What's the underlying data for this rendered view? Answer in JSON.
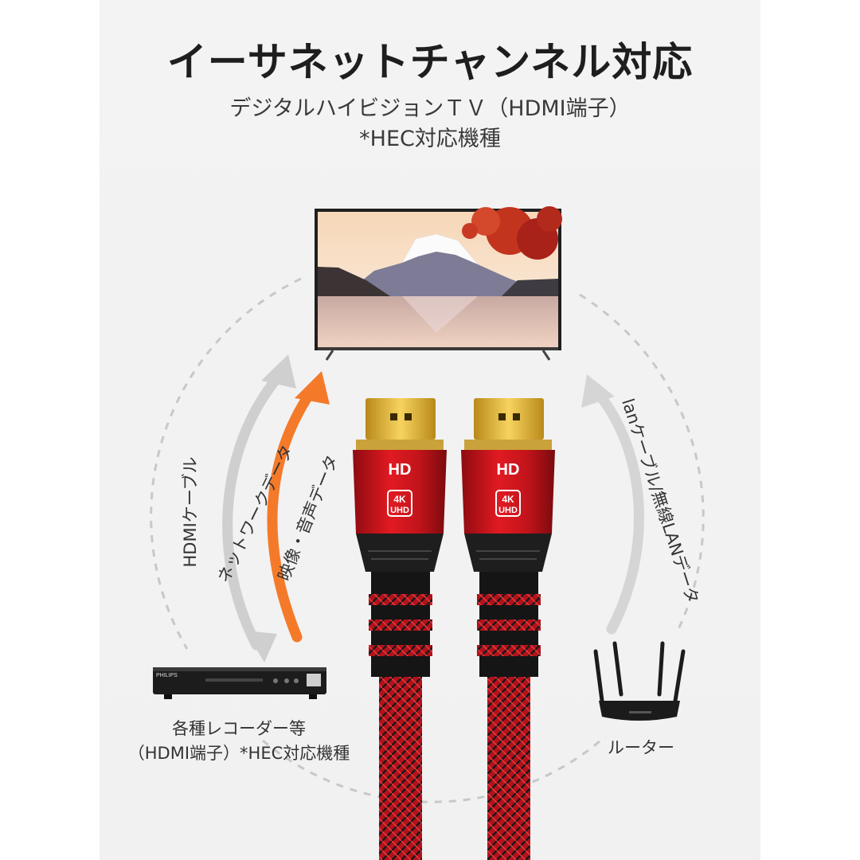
{
  "title": "イーサネットチャンネル対応",
  "subtitle": {
    "line1": "デジタルハイビジョンＴＶ（HDMI端子）",
    "line2": "*HEC対応機種"
  },
  "labels": {
    "hdmi_cable": "HDMIケーブル",
    "network_data": "ネットワークデータ",
    "av_data": "映像・音声データ",
    "lan_data": "lanケーブル/無線LANデータ"
  },
  "devices": {
    "recorder_line1": "各種レコーダー等",
    "recorder_line2": "（HDMI端子）*HEC対応機種",
    "router": "ルーター",
    "recorder_brand": "PHILIPS"
  },
  "connector": {
    "logo": "HD",
    "badge_top": "4K",
    "badge_bottom": "UHD"
  },
  "colors": {
    "orange_arrow": "#f47a2a",
    "gray_arrow": "#cfcfcf",
    "cable_red": "#d3141b"
  }
}
